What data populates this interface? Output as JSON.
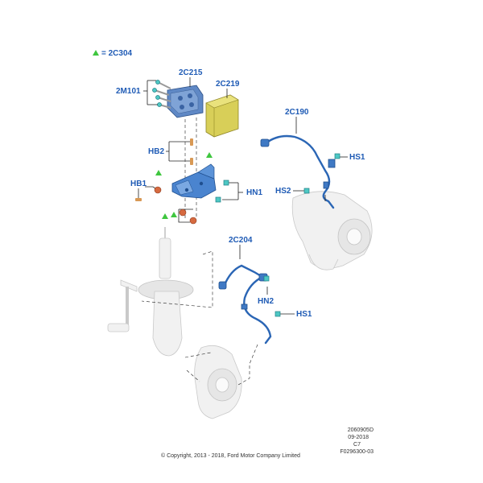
{
  "legend": {
    "text": "= 2C304",
    "color": "#3fc63f"
  },
  "labels": {
    "l_2c215": "2C215",
    "l_2c219": "2C219",
    "l_2m101": "2M101",
    "l_2c190": "2C190",
    "l_hs1_top": "HS1",
    "l_hb2": "HB2",
    "l_hb1": "HB1",
    "l_hn1": "HN1",
    "l_hs2": "HS2",
    "l_2c204": "2C204",
    "l_hn2": "HN2",
    "l_hs1_bottom": "HS1"
  },
  "footer": {
    "code1": "2060905D",
    "date": "09-2018",
    "rev": "C7",
    "code2": "F0296300-03",
    "copyright": "© Copyright, 2013 - 2018, Ford Motor Company Limited"
  },
  "colors": {
    "label": "#1f5bb5",
    "harness": "#2b66b5",
    "module": "#d8cf58",
    "abs_unit": "#5f88c5",
    "connector": "#4ec8c4",
    "ghost": "#f1f1f1"
  },
  "icons": [
    "green-triangle-icon"
  ]
}
